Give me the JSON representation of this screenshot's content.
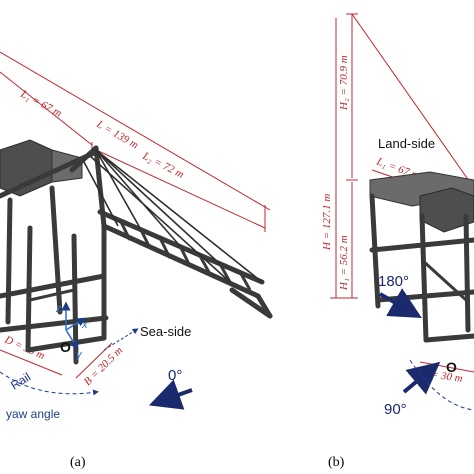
{
  "panel_a": {
    "dims": {
      "L1": "L₁ = 67 m",
      "L": "L = 139 m",
      "L2": "L₂ = 72 m",
      "D": "D = 30 m",
      "B": "B = 20.5 m"
    },
    "labels": {
      "sea_side": "Sea-side",
      "origin": "O",
      "rail": "Rail",
      "yaw": "yaw angle",
      "angle0": "0°",
      "axis_z": "z",
      "axis_x": "x",
      "axis_y": "y"
    },
    "caption": "(a)"
  },
  "panel_b": {
    "dims": {
      "H": "H = 127.1 m",
      "H2": "H₂ = 70.9 m",
      "H1": "H₁ = 56.2 m",
      "L1": "L₁ = 67 m",
      "D": "D = 30 m"
    },
    "labels": {
      "land_side": "Land-side",
      "angle180": "180°",
      "angle90": "90°",
      "origin": "O"
    },
    "caption": "(b)"
  },
  "colors": {
    "dimension": "#c0272d",
    "arrow": "#1a2a6c",
    "axis": "#2a6fd6",
    "steel": "#6b6b6b"
  }
}
